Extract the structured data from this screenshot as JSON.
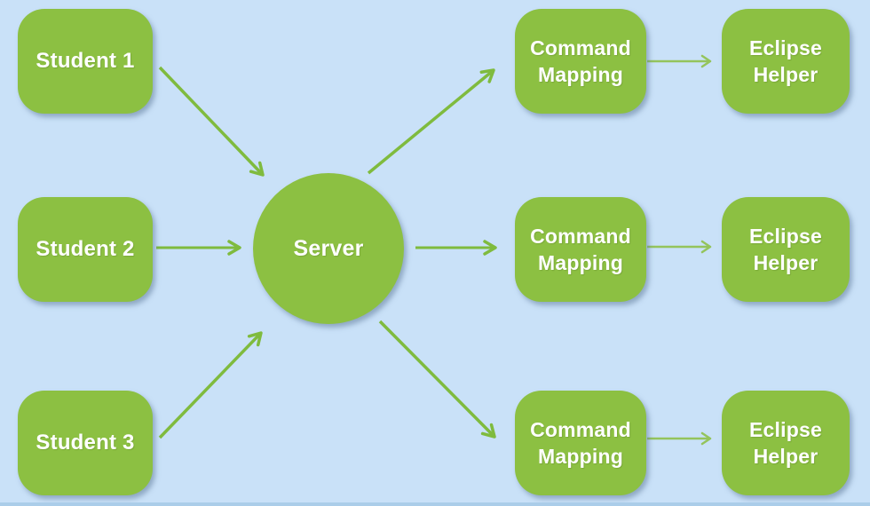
{
  "diagram": {
    "type": "flow-architecture",
    "nodes": {
      "student1": {
        "label": "Student 1",
        "shape": "rounded-rect"
      },
      "student2": {
        "label": "Student 2",
        "shape": "rounded-rect"
      },
      "student3": {
        "label": "Student 3",
        "shape": "rounded-rect"
      },
      "server": {
        "label": "Server",
        "shape": "circle"
      },
      "command_mapping_1": {
        "label": "Command Mapping",
        "shape": "rounded-rect"
      },
      "command_mapping_2": {
        "label": "Command Mapping",
        "shape": "rounded-rect"
      },
      "command_mapping_3": {
        "label": "Command Mapping",
        "shape": "rounded-rect"
      },
      "eclipse_helper_1": {
        "label": "Eclipse Helper",
        "shape": "rounded-rect"
      },
      "eclipse_helper_2": {
        "label": "Eclipse Helper",
        "shape": "rounded-rect"
      },
      "eclipse_helper_3": {
        "label": "Eclipse Helper",
        "shape": "rounded-rect"
      }
    },
    "edges": [
      {
        "from": "student1",
        "to": "server"
      },
      {
        "from": "student2",
        "to": "server"
      },
      {
        "from": "student3",
        "to": "server"
      },
      {
        "from": "server",
        "to": "command_mapping_1"
      },
      {
        "from": "server",
        "to": "command_mapping_2"
      },
      {
        "from": "server",
        "to": "command_mapping_3"
      },
      {
        "from": "command_mapping_1",
        "to": "eclipse_helper_1"
      },
      {
        "from": "command_mapping_2",
        "to": "eclipse_helper_2"
      },
      {
        "from": "command_mapping_3",
        "to": "eclipse_helper_3"
      }
    ],
    "colors": {
      "node_fill": "#8CC042",
      "background": "#C9E1F8",
      "arrow": "#7FBB3E",
      "connector_arrow": "#94C45C",
      "label_text": "#FFFFFF",
      "bottom_strip": "#ABCDE9"
    }
  }
}
